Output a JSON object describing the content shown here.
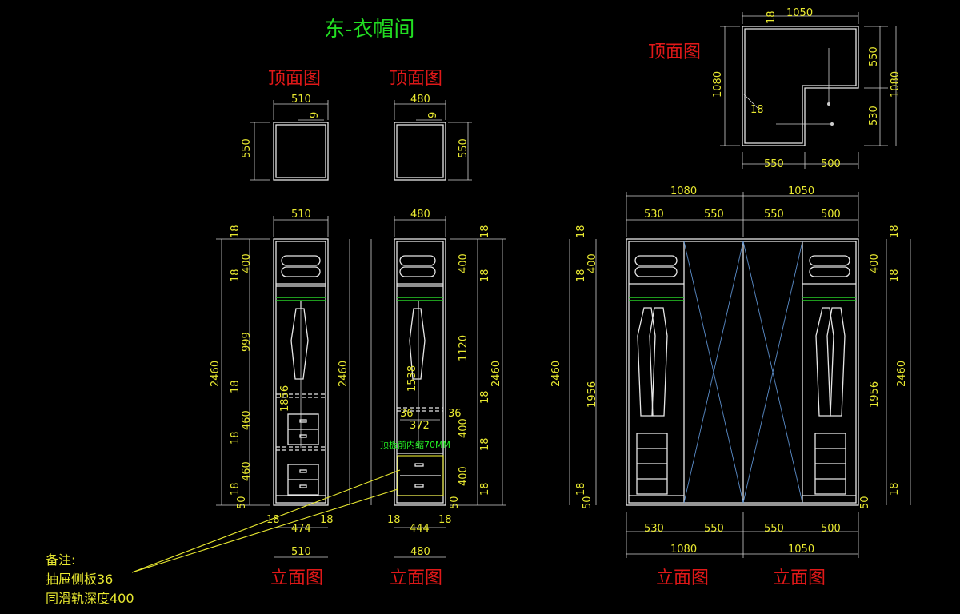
{
  "title": "东-衣帽间",
  "top_view_label": "顶面图",
  "elevation_label": "立面图",
  "note": {
    "heading": "备注:",
    "line1": "抽屉侧板36",
    "line2": "同滑轨深度400"
  },
  "annotation_green": "顶板前内缩70MM",
  "cabinet_a": {
    "plan_width": "510",
    "plan_depth": "550",
    "plan_thk": "9",
    "width": "510",
    "height": "2460",
    "inner": "474",
    "thk": "18",
    "left_dims": [
      "18",
      "400",
      "18",
      "999",
      "18",
      "460",
      "18",
      "460",
      "18",
      "50"
    ],
    "hang_height": "1856"
  },
  "cabinet_b": {
    "plan_width": "480",
    "plan_depth": "550",
    "plan_thk": "9",
    "width": "480",
    "height": "2460",
    "inner": "444",
    "thk": "18",
    "right_dims": [
      "18",
      "400",
      "18",
      "1120",
      "18",
      "400",
      "18",
      "400",
      "18",
      "50"
    ],
    "hang_height": "1538",
    "drawer_inner": "372",
    "drawer_side": "36"
  },
  "corner": {
    "top_total": "1050",
    "top_thk": "18",
    "left_total": "1080",
    "inner_thk": "18",
    "right_dims": [
      "550",
      "530"
    ],
    "right_total": "1080",
    "bottom_dims": [
      "550",
      "500"
    ]
  },
  "large": {
    "top_totals": [
      "1080",
      "1050"
    ],
    "top_parts": [
      "530",
      "550",
      "550",
      "500"
    ],
    "bottom_parts": [
      "530",
      "550",
      "550",
      "500"
    ],
    "bottom_totals": [
      "1080",
      "1050"
    ],
    "height": "2460",
    "hang_height": "1956",
    "left_dims": [
      "18",
      "400",
      "18",
      "18",
      "50"
    ],
    "right_dims": [
      "18",
      "400",
      "18",
      "18",
      "50"
    ]
  }
}
